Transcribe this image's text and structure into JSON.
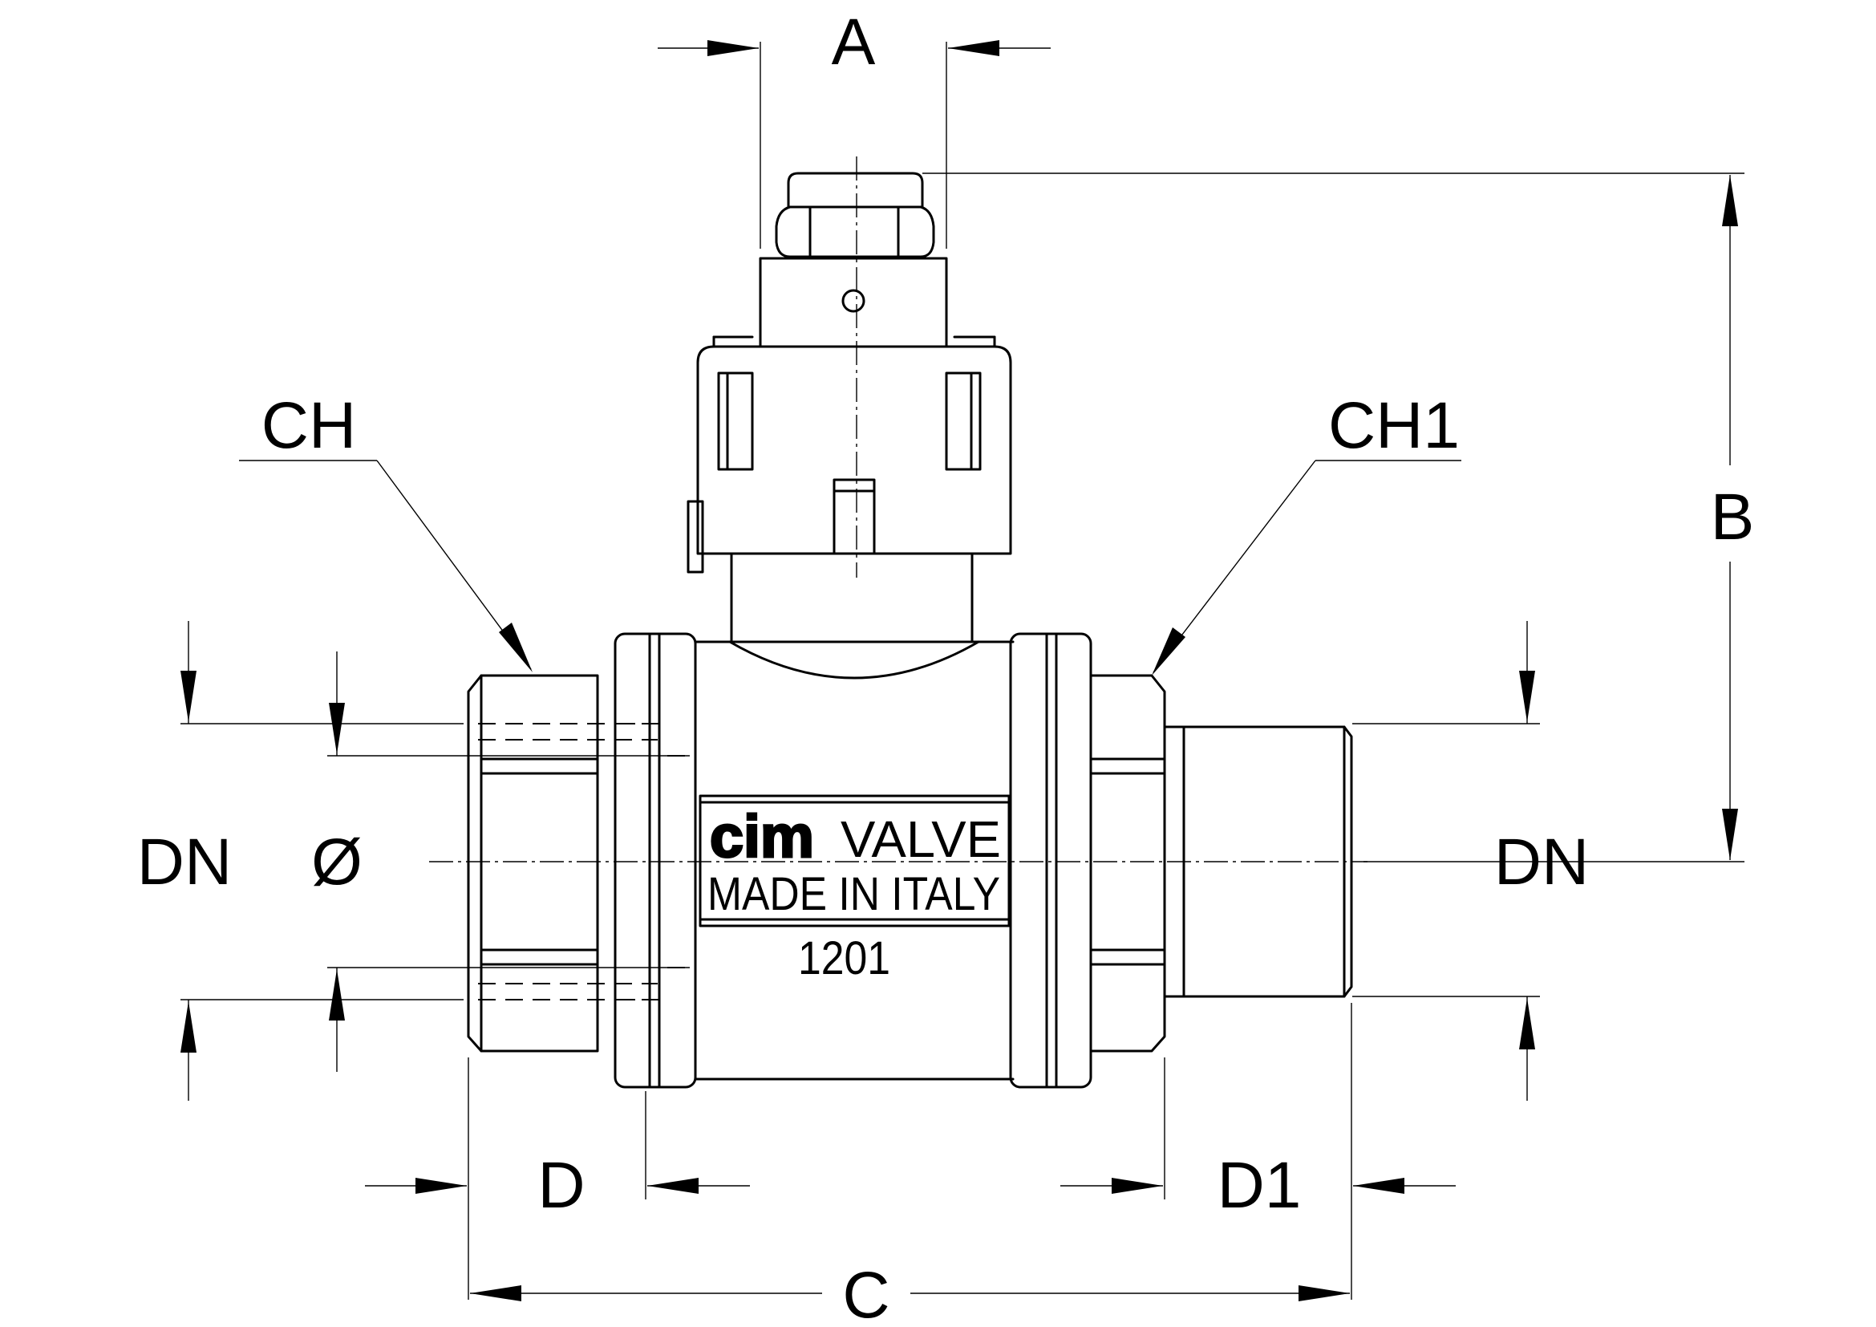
{
  "diagram": {
    "subject": "ball valve technical drawing",
    "dimension_labels": {
      "A": "A",
      "B": "B",
      "C": "C",
      "D": "D",
      "D1": "D1",
      "CH": "CH",
      "CH1": "CH1",
      "DN_left": "DN",
      "phi": "Ø",
      "DN_right": "DN"
    },
    "body_markings": {
      "brand_logo": "cim",
      "brand_text": "VALVE",
      "origin": "MADE IN ITALY",
      "code": "1201"
    }
  }
}
